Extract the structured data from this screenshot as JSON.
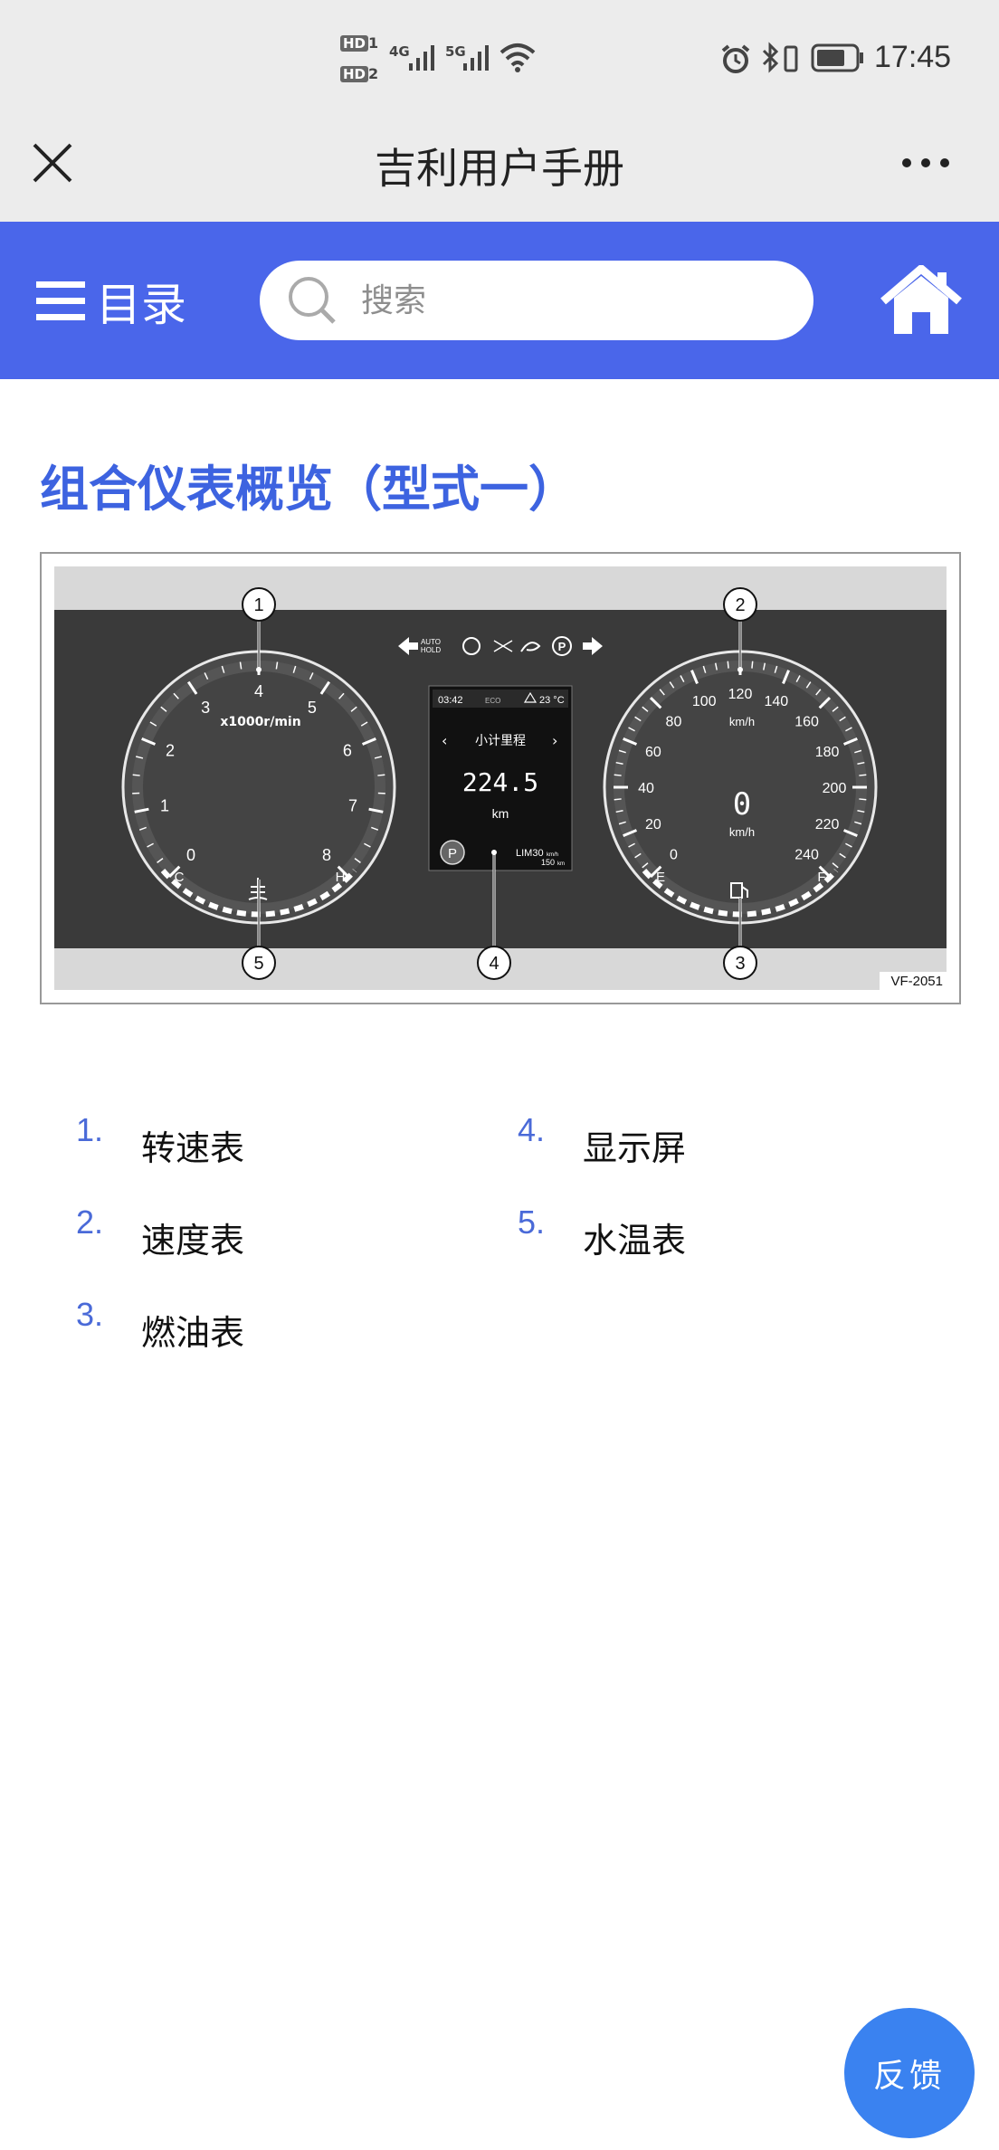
{
  "status_bar": {
    "hd1": "HD",
    "hd1_sub": "1",
    "hd2": "HD",
    "hd2_sub": "2",
    "net1": "4G",
    "net2": "5G",
    "time": "17:45"
  },
  "title_bar": {
    "title": "吉利用户手册"
  },
  "toolbar": {
    "toc_label": "目录",
    "search_placeholder": "搜索"
  },
  "content": {
    "section_title": "组合仪表概览（型式一）",
    "figure": {
      "code": "VF-2051",
      "callouts": [
        "1",
        "2",
        "3",
        "4",
        "5"
      ],
      "tach": {
        "ticks": [
          "0",
          "1",
          "2",
          "3",
          "4",
          "5",
          "6",
          "7",
          "8"
        ],
        "unit": "x1000r/min",
        "cold": "C",
        "hot": "H"
      },
      "speedo": {
        "ticks": [
          "0",
          "20",
          "40",
          "60",
          "80",
          "100",
          "120",
          "140",
          "160",
          "180",
          "200",
          "220",
          "240"
        ],
        "unit_top": "km/h",
        "speed": "0",
        "unit_bottom": "km/h",
        "empty": "E",
        "full": "F"
      },
      "display": {
        "clock": "03:42",
        "mode": "ECO",
        "temp": "23 °C",
        "trip_label": "小计里程",
        "trip_value": "224.5",
        "trip_unit": "km",
        "gear": "P",
        "limit": "LIM30",
        "limit_unit": "km/h",
        "range": "150",
        "range_unit": "km"
      },
      "indicators": {
        "auto_hold_line1": "AUTO",
        "auto_hold_line2": "HOLD",
        "parking": "P"
      }
    },
    "list": [
      {
        "num": "1.",
        "text": "转速表"
      },
      {
        "num": "2.",
        "text": "速度表"
      },
      {
        "num": "3.",
        "text": "燃油表"
      },
      {
        "num": "4.",
        "text": "显示屏"
      },
      {
        "num": "5.",
        "text": "水温表"
      }
    ]
  },
  "feedback_label": "反馈"
}
